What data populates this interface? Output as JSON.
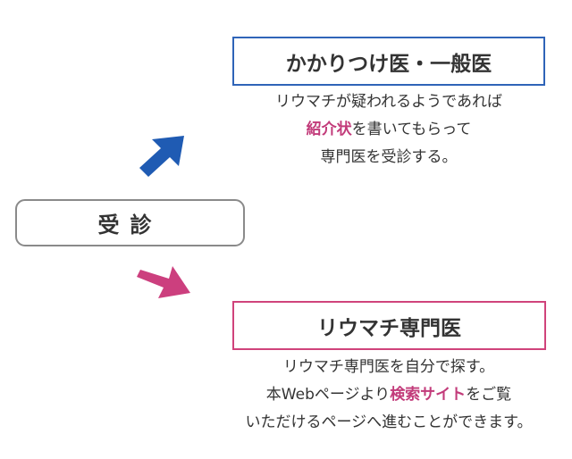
{
  "visit_box": {
    "label": "受診"
  },
  "gp": {
    "title": "かかりつけ医・一般医",
    "line1": "リウマチが疑われるようであれば",
    "line2_highlight": "紹介状",
    "line2_rest": "を書いてもらって",
    "line3": "専門医を受診する。"
  },
  "rheum": {
    "title": "リウマチ専門医",
    "line1": "リウマチ専門医を自分で探す。",
    "line2_pre": "本Webページより",
    "line2_highlight": "検索サイト",
    "line2_post": "をご覧",
    "line3": "いただけるページへ進むことができます。"
  },
  "colors": {
    "gp_border": "#2f64b8",
    "rheum_border": "#d0437b",
    "up_arrow": "#1f5bb3",
    "down_arrow": "#cc3f7e",
    "highlight": "#c23b7a"
  }
}
